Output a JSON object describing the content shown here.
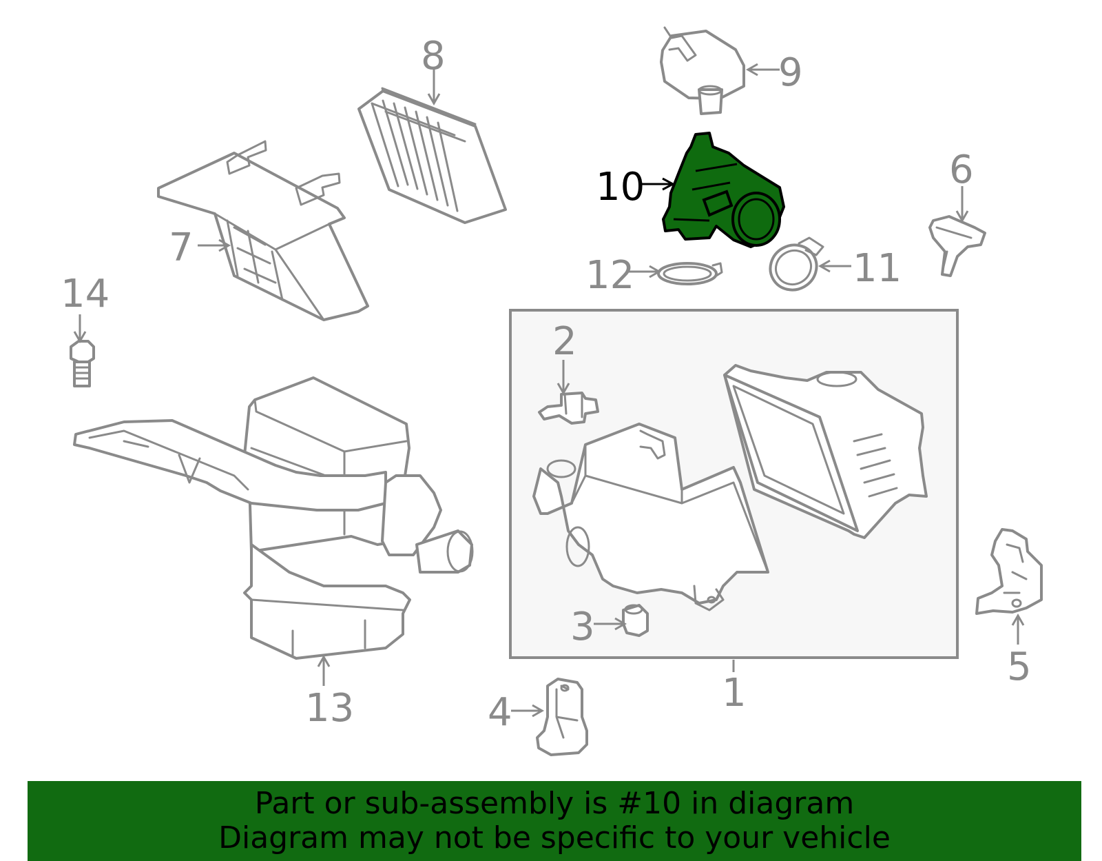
{
  "callouts": {
    "c1": "1",
    "c2": "2",
    "c3": "3",
    "c4": "4",
    "c5": "5",
    "c6": "6",
    "c7": "7",
    "c8": "8",
    "c9": "9",
    "c10": "10",
    "c11": "11",
    "c12": "12",
    "c13": "13",
    "c14": "14"
  },
  "highlighted_part": "10",
  "colors": {
    "highlight_fill": "#0f6b0f",
    "banner": "#116b11",
    "line": "#8a8a8a",
    "box_fill": "#f7f7f7"
  },
  "banner": {
    "line1": "Part or sub-assembly is #10 in diagram",
    "line2": "Diagram may not be specific to your vehicle"
  }
}
